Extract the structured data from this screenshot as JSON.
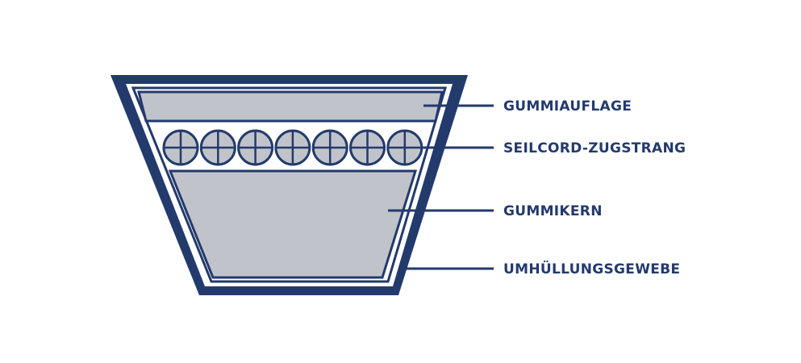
{
  "colors": {
    "outline": "#233a6c",
    "fill": "#c0c4ca",
    "background": "#ffffff"
  },
  "cord_count": 7,
  "labels": [
    {
      "id": "gummiauflage",
      "text": "GUMMIAUFLAGE"
    },
    {
      "id": "seilcord",
      "text": "SEILCORD-ZUGSTRANG"
    },
    {
      "id": "gummikern",
      "text": "GUMMIKERN"
    },
    {
      "id": "umhuellung",
      "text": "UMHÜLLUNGSGEWEBE"
    }
  ]
}
